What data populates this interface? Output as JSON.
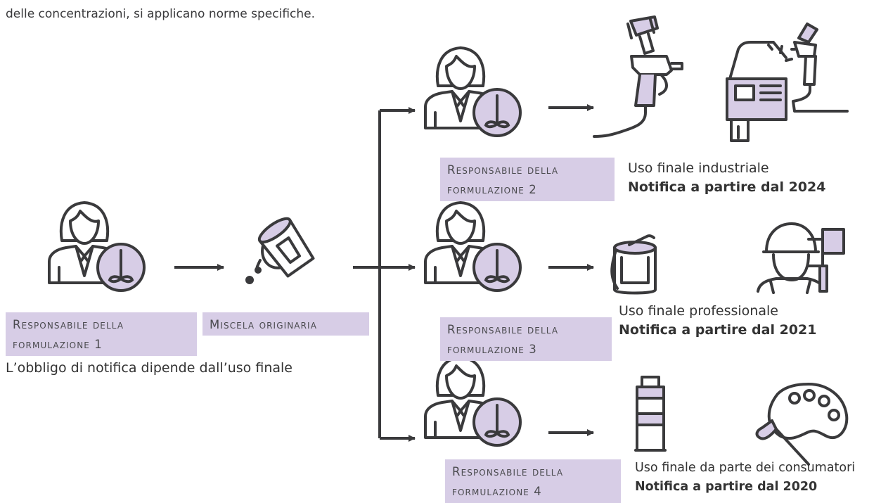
{
  "intro_text": "delle concentrazioni, si applicano norme specifiche.",
  "formulators": [
    {
      "line1": "Responsabile della",
      "line2": "formulazione 1"
    },
    {
      "line1": "Responsabile della",
      "line2": "formulazione 2"
    },
    {
      "line1": "Responsabile della",
      "line2": "formulazione 3"
    },
    {
      "line1": "Responsabile della",
      "line2": "formulazione 4"
    }
  ],
  "original_mixture": "Miscela originaria",
  "notification_note": "L’obbligo di notifica dipende dall’uso finale",
  "end_uses": [
    {
      "use": "Uso finale industriale",
      "deadline": "Notifica a partire dal 2024"
    },
    {
      "use": "Uso finale professionale",
      "deadline": "Notifica a partire dal 2021"
    },
    {
      "use": "Uso finale da parte dei consumatori",
      "deadline": "Notifica a partire dal 2020"
    }
  ],
  "colors": {
    "lavender": "#d7cde6",
    "stroke": "#3a3a3c"
  }
}
